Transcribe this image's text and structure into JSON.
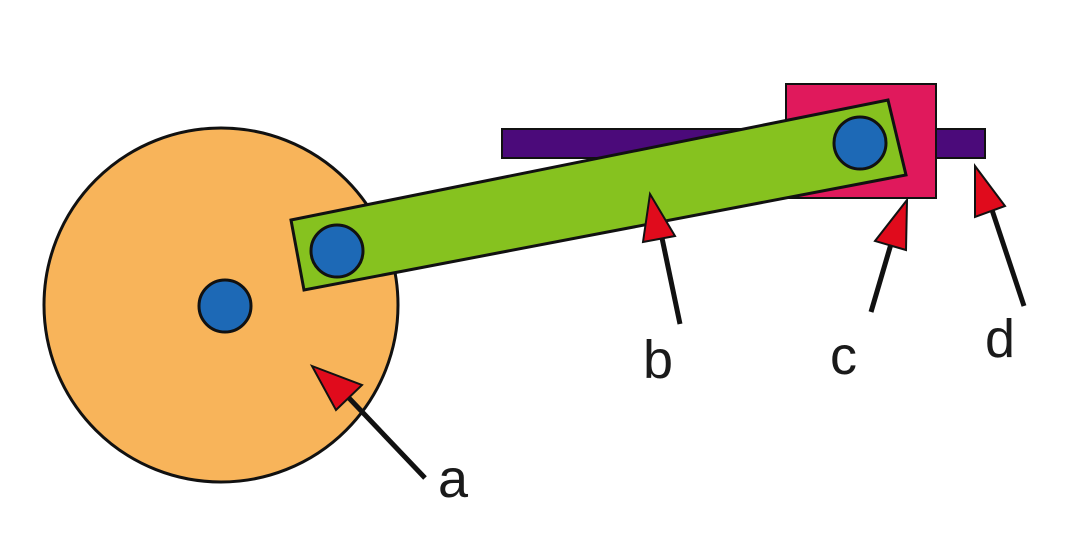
{
  "colors": {
    "background": "#ffffff",
    "wheel": "#f8b45a",
    "rod": "#86c21f",
    "slider": "#e0195c",
    "guide": "#4b0a7a",
    "pin": "#1d69b6",
    "outline": "#111111",
    "arrow_head": "#e00b1c",
    "arrow_line": "#111111"
  },
  "labels": {
    "a": "a",
    "b": "b",
    "c": "c",
    "d": "d"
  }
}
